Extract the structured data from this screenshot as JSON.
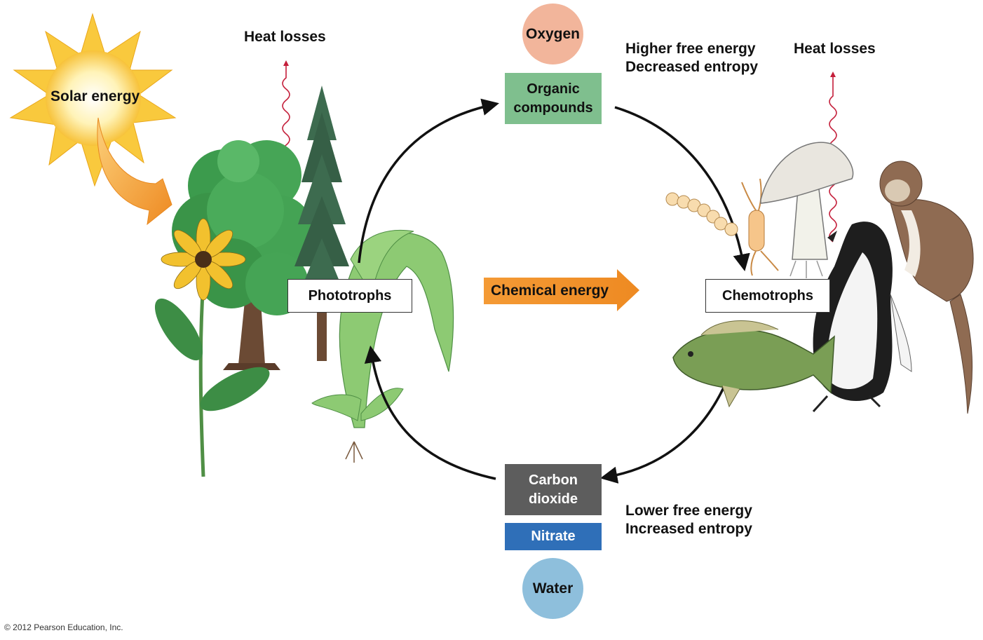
{
  "diagram": {
    "sun_label": "Solar energy",
    "heat_losses_left": "Heat losses",
    "heat_losses_right": "Heat losses",
    "oxygen": "Oxygen",
    "organic_line1": "Organic",
    "organic_line2": "compounds",
    "higher_free_energy": "Higher free energy",
    "decreased_entropy": "Decreased entropy",
    "phototrophs": "Phototrophs",
    "chemical_energy": "Chemical energy",
    "chemotrophs": "Chemotrophs",
    "carbon_line1": "Carbon",
    "carbon_line2": "dioxide",
    "nitrate": "Nitrate",
    "water": "Water",
    "lower_free_energy": "Lower free energy",
    "increased_entropy": "Increased entropy",
    "copyright": "© 2012 Pearson Education, Inc."
  },
  "colors": {
    "oxygen_circle": "#f2b59b",
    "organic_box": "#7fbf8e",
    "carbon_box": "#5d5d5d",
    "nitrate_box": "#2f6fb8",
    "water_circle": "#8ebfdc",
    "chemical_arrow": "#f0912b",
    "solar_arrow": "#f0902c",
    "heat_wave": "#c41e3a",
    "sun_fill": "#fcd65a",
    "foliage": "#3f9a50",
    "fern": "#7cc06a"
  }
}
